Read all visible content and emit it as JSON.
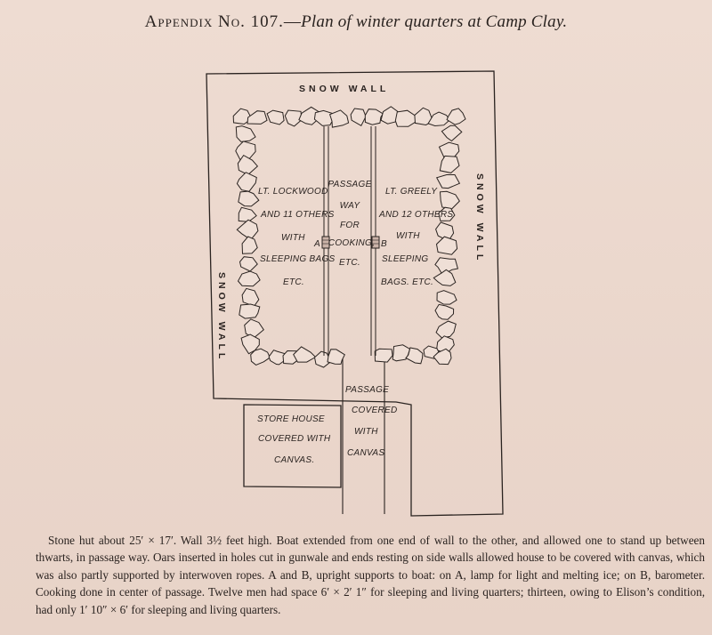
{
  "title": {
    "prefix": "Appendix No. 107.",
    "dash": "—",
    "subtitle": "Plan of winter quarters at Camp Clay."
  },
  "plan": {
    "snow_wall_top": "SNOW WALL",
    "snow_wall_left": "SNOW WALL",
    "snow_wall_right": "SNOW WALL",
    "left_room": [
      "LT. LOCKWOOD",
      "AND 11 OTHERS",
      "WITH",
      "SLEEPING BAGS",
      "ETC."
    ],
    "passage": [
      "PASSAGE",
      "WAY",
      "FOR",
      "COOKING,",
      "ETC."
    ],
    "right_room": [
      "LT. GREELY",
      "AND 12 OTHERS",
      "WITH",
      "SLEEPING",
      "BAGS. ETC."
    ],
    "support_a": "A",
    "support_b": "B",
    "store_house": [
      "STORE HOUSE",
      "COVERED WITH",
      "CANVAS."
    ],
    "covered_passage": [
      "PASSAGE",
      "COVERED",
      "WITH",
      "CANVAS"
    ]
  },
  "caption": "Stone hut about 25′ × 17′. Wall 3½ feet high. Boat extended from one end of wall to the other, and allowed one to stand up between thwarts, in passage way. Oars inserted in holes cut in gunwale and ends resting on side walls allowed house to be covered with canvas, which was also partly supported by interwoven ropes. A and B, upright supports to boat: on A, lamp for light and melting ice; on B, barometer. Cooking done in center of passage. Twelve men had space 6′ × 2′ 1″ for sleeping and living quarters; thirteen, owing to Elison’s condition, had only 1′ 10″ × 6′ for sleeping and living quarters."
}
